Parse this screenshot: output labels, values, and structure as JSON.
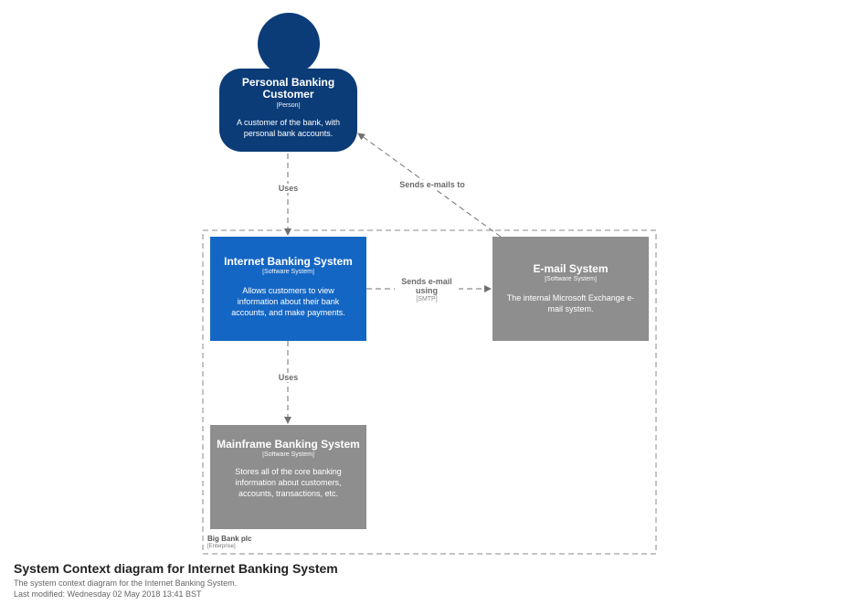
{
  "boundary": {
    "name": "Big Bank plc",
    "type": "[Enterprise]"
  },
  "elements": {
    "person": {
      "title": "Personal Banking Customer",
      "type": "[Person]",
      "description": "A customer of the bank, with personal bank accounts."
    },
    "internet_banking": {
      "title": "Internet Banking System",
      "type": "[Software System]",
      "description": "Allows customers to view information about their bank accounts, and make payments."
    },
    "email": {
      "title": "E-mail System",
      "type": "[Software System]",
      "description": "The internal Microsoft Exchange e-mail system."
    },
    "mainframe": {
      "title": "Mainframe Banking System",
      "type": "[Software System]",
      "description": "Stores all of the core banking information about customers, accounts, transactions, etc."
    }
  },
  "relationships": {
    "person_uses_ibs": {
      "label": "Uses"
    },
    "email_sends_person": {
      "label": "Sends e-mails to"
    },
    "ibs_sends_email": {
      "label": "Sends e-mail using",
      "technology": "[SMTP]"
    },
    "ibs_uses_mainframe": {
      "label": "Uses"
    }
  },
  "footer": {
    "title": "System Context diagram for Internet Banking System",
    "description": "The system context diagram for the Internet Banking System.",
    "last_modified": "Last modified: Wednesday 02 May 2018 13:41 BST"
  },
  "colors": {
    "person": "#0b3c78",
    "internal_system": "#1466c4",
    "external_system": "#8e8e8e",
    "connector": "#707070"
  }
}
